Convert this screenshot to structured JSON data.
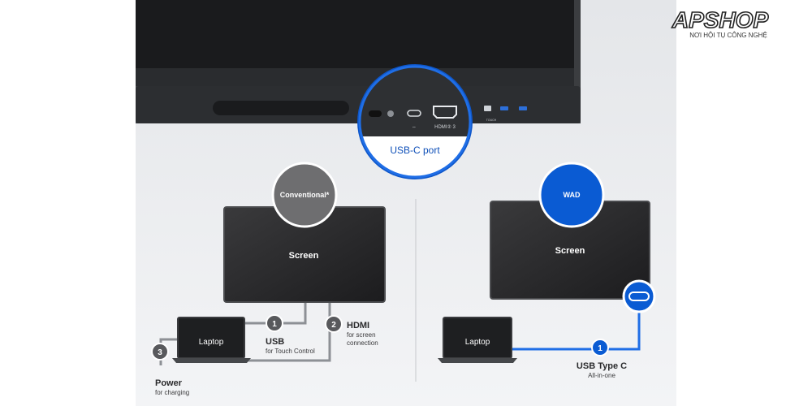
{
  "brand": {
    "logo_text": "APSHOP",
    "tagline": "NƠI HỘI TỤ CÔNG NGHỆ"
  },
  "display_panel": {
    "port_labels": [
      "HDMI② 3",
      "TOUCH"
    ],
    "magnifier_label": "USB-C port"
  },
  "left_setup": {
    "badge": "Conventional*",
    "screen_label": "Screen",
    "laptop_label": "Laptop",
    "connections": [
      {
        "number": "1",
        "title": "USB",
        "subtitle": "for Touch Control"
      },
      {
        "number": "2",
        "title": "HDMI",
        "subtitle_line1": "for screen",
        "subtitle_line2": "connection"
      },
      {
        "number": "3",
        "title": "Power",
        "subtitle": "for charging"
      }
    ]
  },
  "right_setup": {
    "badge": "WAD",
    "screen_label": "Screen",
    "laptop_label": "Laptop",
    "connection": {
      "number": "1",
      "title": "USB Type C",
      "subtitle": "All-in-one"
    }
  },
  "colors": {
    "accent_blue": "#0a5bd3",
    "grey_badge": "#6e6e70",
    "panel_dark": "#222426",
    "cable_grey": "#8d9095"
  }
}
